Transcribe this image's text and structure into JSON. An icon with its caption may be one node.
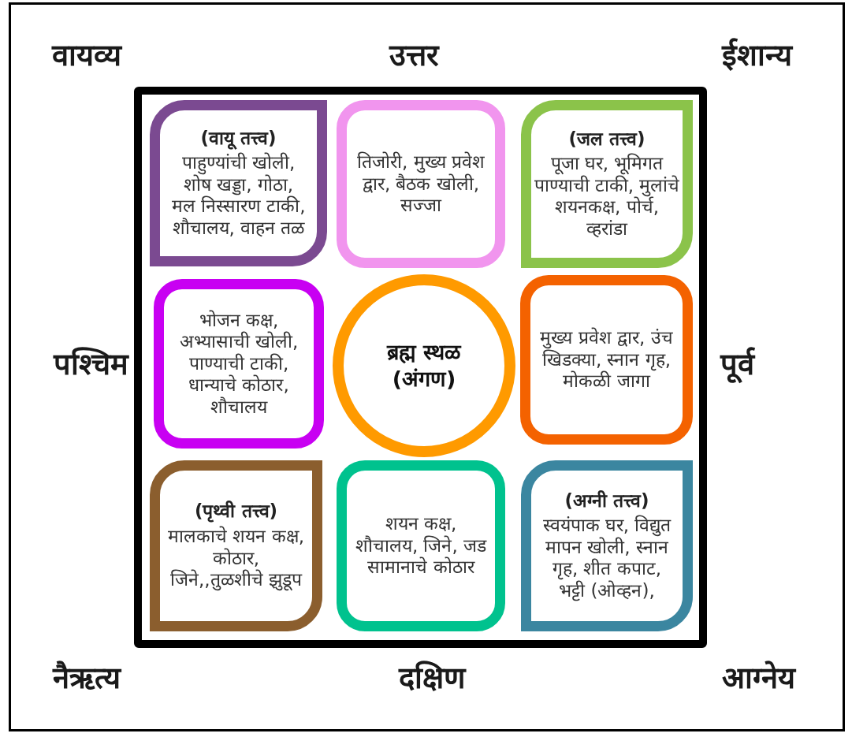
{
  "diagram": {
    "nodes": [
      {
        "text": [],
        "shape": "box"
      },
      {
        "text": [
          "(वायू तत्त्व)",
          "पाहुण्यांची खोली, शोष खड्डा, गोठा, मल निस्सारण टाकी, शौचालय, वाहन तळ"
        ],
        "in": 0
      },
      {
        "text": [
          "तिजोरी, मुख्य प्रवेश द्वार, बैठक खोली, सज्जा"
        ],
        "in": 0
      },
      {
        "text": [
          "(जल तत्त्व)",
          "पूजा घर, भूमिगत पाण्याची टाकी, मुलांचे शयनकक्ष, पोर्च, व्हरांडा"
        ],
        "in": 0
      },
      {
        "text": [
          "भोजन कक्ष, अभ्यासाची खोली, पाण्याची टाकी, धान्याचे कोठार, शौचालय"
        ],
        "in": 0
      },
      {
        "text": [
          "ब्रह्म स्थळ (अंगण)"
        ],
        "in": 0
      },
      {
        "text": [
          "मुख्य प्रवेश द्वार, उंच खिडक्या, स्नान गृह, मोकळी जागा"
        ],
        "in": 0
      },
      {
        "text": [
          "(पृथ्वी तत्त्व)",
          "मालकाचे शयन कक्ष, कोठार, जिने,,तुळशीचे झुडूप"
        ],
        "in": 0
      },
      {
        "text": [
          "शयन कक्ष, शौचालय, जिने, जड सामानाचे कोठार"
        ],
        "in": 0
      },
      {
        "text": [
          "(अग्नी तत्त्व)",
          "स्वयंपाक घर, विद्युत मापन खोली, स्नान गृह, शीत कपाट, भट्टी (ओव्हन),"
        ],
        "in": 0
      }
    ],
    "labels": [
      "वायव्य",
      "उत्तर",
      "ईशान्य",
      "पश्चिम",
      "पूर्व",
      "नैऋत्य",
      "दक्षिण",
      "आग्नेय"
    ]
  }
}
